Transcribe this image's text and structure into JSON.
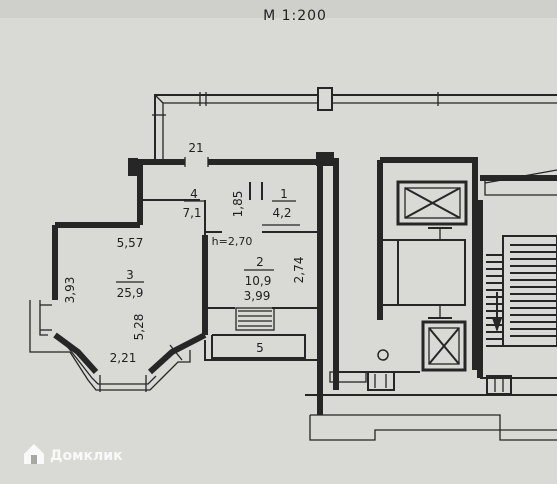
{
  "scale": "М 1:200",
  "room_numbers": {
    "r1": "1",
    "r2": "2",
    "r3": "3",
    "r4": "4",
    "r5": "5"
  },
  "room_areas": {
    "r1": "4,2",
    "r2": "10,9",
    "r3": "25,9",
    "r4": "7,1"
  },
  "dimensions": {
    "d_21": "21",
    "d_185": "1,85",
    "d_557": "5,57",
    "d_393": "3,93",
    "d_528": "5,28",
    "d_221": "2,21",
    "d_274": "2,74",
    "d_399": "3,99"
  },
  "ceiling_height": "h=2,70",
  "watermark": {
    "brand": "Домклик",
    "icon": "house-logo-icon"
  },
  "colors": {
    "paper": "#d9dad5",
    "ink": "#262626",
    "watermark": "#ffffff"
  }
}
